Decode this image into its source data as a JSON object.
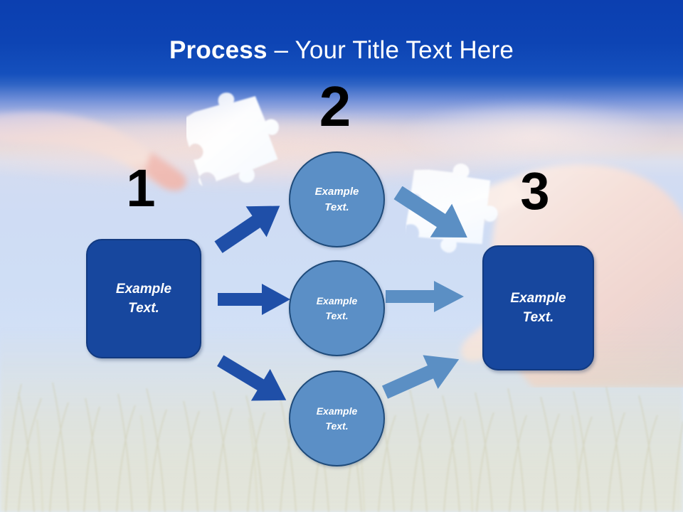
{
  "slide": {
    "title": {
      "bold_part": "Process",
      "rest_part": " – Your Title Text Here",
      "full": "Process – Your Title Text Here"
    },
    "colors": {
      "header_blue": "#0D44B4",
      "box_blue": "#17479E",
      "box_border": "#123A80",
      "circle_blue": "#5B8FC6",
      "circle_border": "#1F4B7A",
      "arrow_dark": "#1F4FA8",
      "arrow_light": "#5B8FC4",
      "title_text": "#FFFFFF",
      "number_text": "#000000",
      "sky_light": "#CFDEF5",
      "grass": "#DEDCC4"
    },
    "steps": [
      {
        "number": "1",
        "label": "step-one"
      },
      {
        "number": "2",
        "label": "step-two"
      },
      {
        "number": "3",
        "label": "step-three"
      }
    ],
    "boxes": [
      {
        "line1": "Example",
        "line2": "Text.",
        "position": "left"
      },
      {
        "line1": "Example",
        "line2": "Text.",
        "position": "right"
      }
    ],
    "circles": [
      {
        "line1": "Example",
        "line2": "Text."
      },
      {
        "line1": "Example",
        "line2": "Text."
      },
      {
        "line1": "Example",
        "line2": "Text."
      }
    ],
    "arrows": [
      {
        "name": "arrow-left-to-circle-top",
        "direction": "up-right",
        "color": "#1F4FA8"
      },
      {
        "name": "arrow-left-to-circle-middle",
        "direction": "right",
        "color": "#1F4FA8"
      },
      {
        "name": "arrow-left-to-circle-bottom",
        "direction": "down-right",
        "color": "#1F4FA8"
      },
      {
        "name": "arrow-circle-top-to-right",
        "direction": "down-right",
        "color": "#5B8FC4"
      },
      {
        "name": "arrow-circle-middle-to-right",
        "direction": "right",
        "color": "#5B8FC4"
      },
      {
        "name": "arrow-circle-bottom-to-right",
        "direction": "up-right",
        "color": "#5B8FC4"
      }
    ],
    "decorations": [
      {
        "name": "puzzle-piece-left",
        "type": "jigsaw-piece"
      },
      {
        "name": "puzzle-piece-right",
        "type": "jigsaw-piece"
      },
      {
        "name": "hand-left",
        "type": "hand"
      },
      {
        "name": "hand-right",
        "type": "hand"
      },
      {
        "name": "grass-field",
        "type": "grass"
      }
    ]
  }
}
